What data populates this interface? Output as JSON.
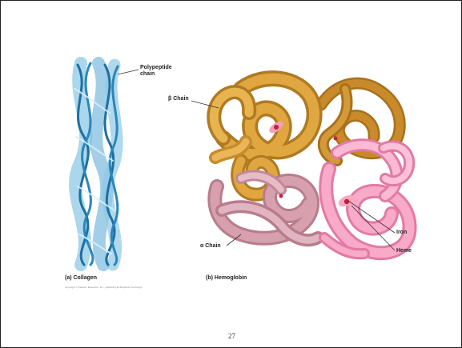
{
  "figure": {
    "collagen": {
      "polypeptide_label": "Polypeptide\nchain",
      "caption": "(a) Collagen"
    },
    "hemoglobin": {
      "beta_label": "β Chain",
      "alpha_label": "α Chain",
      "iron_label": "Iron",
      "heme_label": "Heme",
      "caption": "(b) Hemoglobin"
    },
    "copyright": "Copyright © Pearson Education, Inc., publishing as Benjamin Cummings"
  },
  "slide_number": "27"
}
